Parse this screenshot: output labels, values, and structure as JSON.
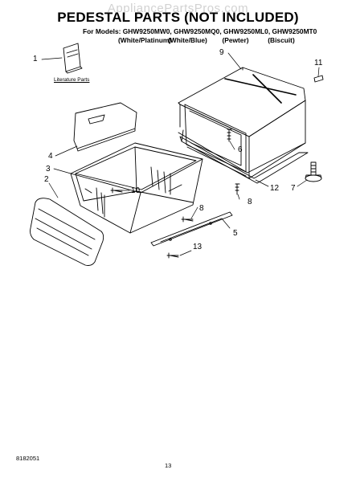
{
  "watermark": "AppliancePartsPros.com",
  "title": "PEDESTAL PARTS (NOT INCLUDED)",
  "models_line": "For Models: GHW9250MW0, GHW9250MQ0, GHW9250ML0, GHW9250MT0",
  "variants": [
    "(White/Platinum)",
    "(White/Blue)",
    "(Pewter)",
    "(Biscuit)"
  ],
  "literature_caption": "Literature Parts",
  "callouts": [
    "1",
    "2",
    "3",
    "4",
    "5",
    "6",
    "7",
    "8",
    "8",
    "9",
    "10",
    "11",
    "12",
    "13"
  ],
  "document_number": "8182051",
  "page_number": "13"
}
